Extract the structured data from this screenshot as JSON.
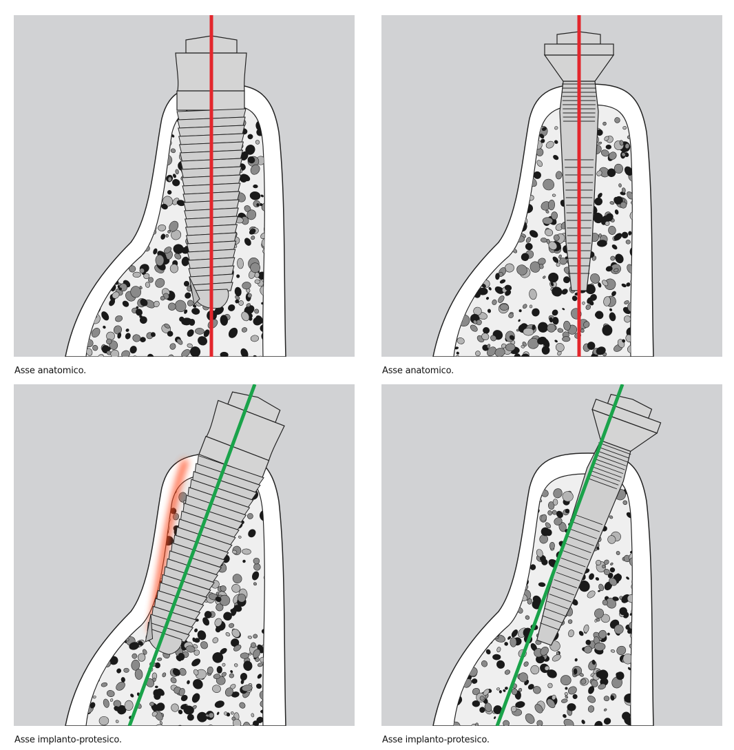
{
  "panels": [
    {
      "caption": "Asse anatomico.",
      "implant": "cylindrical",
      "axis": "anatomical",
      "axis_color": "#e3262c"
    },
    {
      "caption": "Asse anatomico.",
      "implant": "tapered",
      "axis": "anatomical",
      "axis_color": "#e3262c"
    },
    {
      "caption": "Asse implanto-protesico.",
      "implant": "cylindrical",
      "axis": "prosthetic",
      "axis_color": "#1aa34a"
    },
    {
      "caption": "Asse implanto-protesico.",
      "implant": "tapered",
      "axis": "prosthetic",
      "axis_color": "#1aa34a"
    }
  ]
}
